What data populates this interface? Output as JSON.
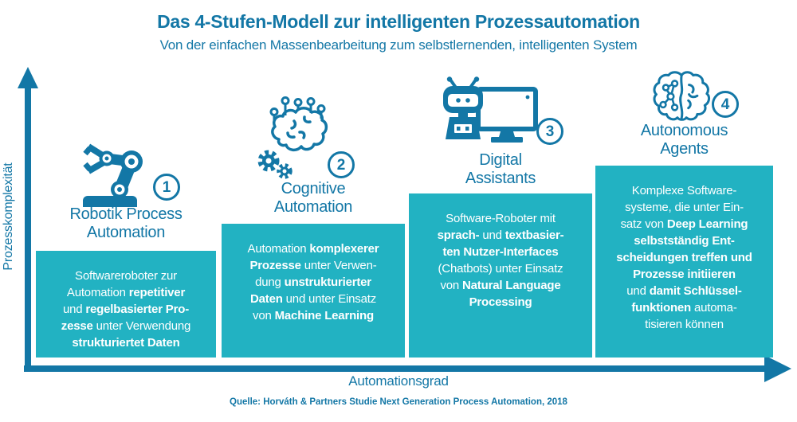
{
  "header": {
    "title": "Das 4-Stufen-Modell zur intelligenten Prozessautomation",
    "subtitle": "Von der einfachen Massenbearbeitung zum selbstlernenden, intelligenten System"
  },
  "axes": {
    "y_label": "Prozesskomplexität",
    "x_label": "Automationsgrad"
  },
  "source": "Quelle: Horváth & Partners Studie Next Generation Process Automation, 2018",
  "colors": {
    "brand_blue": "#1377a6",
    "teal": "#22b2c2",
    "box_text": "#ffffff",
    "background": "#ffffff"
  },
  "stages": [
    {
      "number": "1",
      "icon": "robot-arm-icon",
      "title_lines": [
        "Robotik Process",
        "Automation"
      ],
      "description_lines": [
        [
          {
            "t": "Softwareroboter zur"
          }
        ],
        [
          {
            "t": "Automation "
          },
          {
            "t": "repetitiver",
            "b": true
          }
        ],
        [
          {
            "t": "und "
          },
          {
            "t": "regelbasierter Pro-",
            "b": true
          }
        ],
        [
          {
            "t": "zesse",
            "b": true
          },
          {
            "t": " unter Verwendung"
          }
        ],
        [
          {
            "t": "strukturiertet Daten",
            "b": true
          }
        ]
      ]
    },
    {
      "number": "2",
      "icon": "brain-circuit-gears-icon",
      "title_lines": [
        "Cognitive",
        "Automation"
      ],
      "description_lines": [
        [
          {
            "t": "Automation "
          },
          {
            "t": "komplexerer",
            "b": true
          }
        ],
        [
          {
            "t": "Prozesse",
            "b": true
          },
          {
            "t": " unter Verwen-"
          }
        ],
        [
          {
            "t": "dung "
          },
          {
            "t": "unstrukturierter",
            "b": true
          }
        ],
        [
          {
            "t": "Daten",
            "b": true
          },
          {
            "t": " und unter Einsatz"
          }
        ],
        [
          {
            "t": "von "
          },
          {
            "t": "Machine Learning",
            "b": true
          }
        ]
      ]
    },
    {
      "number": "3",
      "icon": "robot-monitor-icon",
      "title_lines": [
        "Digital",
        "Assistants"
      ],
      "description_lines": [
        [
          {
            "t": "Software-Roboter mit"
          }
        ],
        [
          {
            "t": "sprach-",
            "b": true
          },
          {
            "t": " und "
          },
          {
            "t": "textbasier-",
            "b": true
          }
        ],
        [
          {
            "t": "ten Nutzer-Interfaces",
            "b": true
          }
        ],
        [
          {
            "t": "(Chatbots) unter Einsatz"
          }
        ],
        [
          {
            "t": "von "
          },
          {
            "t": "Natural Language",
            "b": true
          }
        ],
        [
          {
            "t": "Processing",
            "b": true
          }
        ]
      ]
    },
    {
      "number": "4",
      "icon": "brain-network-icon",
      "title_lines": [
        "Autonomous",
        "Agents"
      ],
      "description_lines": [
        [
          {
            "t": "Komplexe Software-"
          }
        ],
        [
          {
            "t": "systeme, die unter Ein-"
          }
        ],
        [
          {
            "t": "satz von "
          },
          {
            "t": "Deep Learning",
            "b": true
          }
        ],
        [
          {
            "t": "selbstständig Ent-",
            "b": true
          }
        ],
        [
          {
            "t": "scheidungen treffen und",
            "b": true
          }
        ],
        [
          {
            "t": "Prozesse initiieren",
            "b": true
          }
        ],
        [
          {
            "t": "und "
          },
          {
            "t": "damit Schlüssel-",
            "b": true
          }
        ],
        [
          {
            "t": "funktionen",
            "b": true
          },
          {
            "t": " automa-"
          }
        ],
        [
          {
            "t": "tisieren können"
          }
        ]
      ]
    }
  ]
}
